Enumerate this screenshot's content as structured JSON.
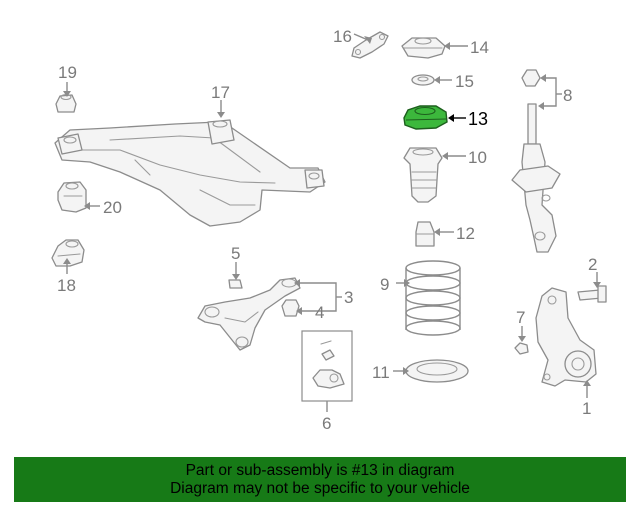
{
  "callouts": {
    "c1": "1",
    "c2": "2",
    "c3": "3",
    "c4": "4",
    "c5": "5",
    "c6": "6",
    "c7": "7",
    "c8": "8",
    "c9": "9",
    "c10": "10",
    "c11": "11",
    "c12": "12",
    "c13": "13",
    "c14": "14",
    "c15": "15",
    "c16": "16",
    "c17": "17",
    "c18": "18",
    "c19": "19",
    "c20": "20"
  },
  "highlight": {
    "part": "13",
    "color": "#3cb83c"
  },
  "banner": {
    "line1": "Part or sub-assembly is #13 in diagram",
    "line2": "Diagram may not be specific to your vehicle",
    "color": "#177a17"
  }
}
